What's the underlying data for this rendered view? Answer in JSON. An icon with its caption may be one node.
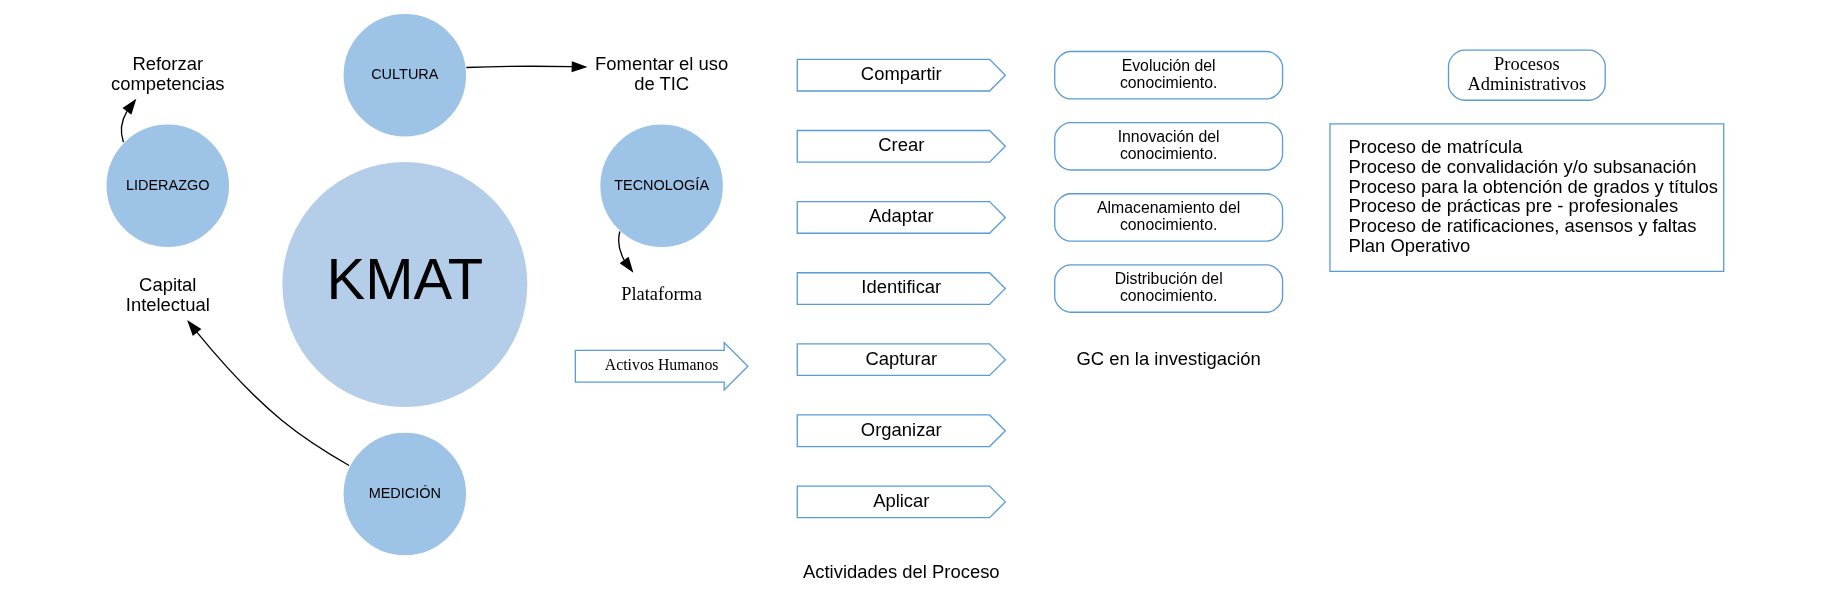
{
  "diagram": {
    "nodes": [
      {
        "text": [
          "KMAT"
        ]
      },
      {
        "text": [
          "CULTURA"
        ]
      },
      {
        "text": [
          "LIDERAZGO"
        ]
      },
      {
        "text": [
          "TECNOLOGÍA"
        ]
      },
      {
        "text": [
          "MEDICIÓN"
        ]
      },
      {
        "text": [
          "Reforzar competencias"
        ]
      },
      {
        "text": [
          "Fomentar el uso de TIC"
        ]
      },
      {
        "text": [
          "Plataforma"
        ]
      },
      {
        "text": [
          "Capital Intelectual"
        ]
      },
      {
        "text": [
          "Activos Humanos"
        ]
      },
      {
        "text": [
          "Compartir"
        ]
      },
      {
        "text": [
          "Crear"
        ]
      },
      {
        "text": [
          "Adaptar"
        ]
      },
      {
        "text": [
          "Identificar"
        ]
      },
      {
        "text": [
          "Capturar"
        ]
      },
      {
        "text": [
          "Organizar"
        ]
      },
      {
        "text": [
          "Aplicar"
        ]
      },
      {
        "text": [
          "Evolución del conocimiento."
        ]
      },
      {
        "text": [
          "Innovación del conocimiento."
        ]
      },
      {
        "text": [
          "Almacenamiento del conocimiento."
        ]
      },
      {
        "text": [
          "Distribución del conocimiento."
        ]
      },
      {
        "text": [
          "Procesos Administrativos"
        ]
      },
      {
        "text": [
          "Proceso de matrícula",
          "Proceso de convalidación y/o subsanación",
          "Proceso para la obtención de grados y títulos",
          "Proceso de prácticas pre - profesionales",
          "Proceso de ratificaciones, asensos y faltas",
          "Plan Operativo"
        ]
      }
    ],
    "edges": [
      {
        "from": 2,
        "to": 5,
        "arrow": "to"
      },
      {
        "from": 1,
        "to": 6,
        "arrow": "to"
      },
      {
        "from": 3,
        "to": 7,
        "arrow": "to"
      },
      {
        "from": 4,
        "to": 8,
        "arrow": "to"
      }
    ],
    "labels": [
      "Actividades del Proceso",
      "GC en la investigación"
    ]
  }
}
